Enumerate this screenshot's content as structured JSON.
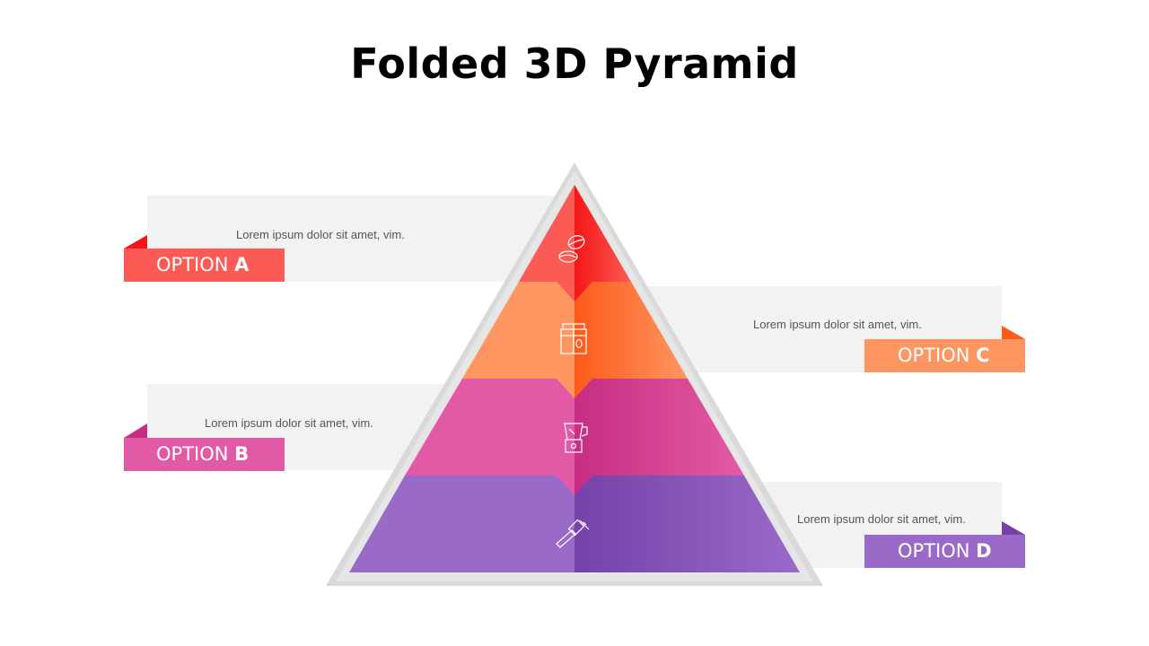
{
  "title": "Folded 3D Pyramid",
  "colors": {
    "a": "#fb5a55",
    "a_dark": "#f41616",
    "c": "#fd9660",
    "c_dark": "#fd5a1a",
    "b": "#e25aa6",
    "b_dark": "#c72e81",
    "d": "#9a6ac9",
    "d_dark": "#7442a8",
    "panel": "#f2f2f2",
    "frame": "#dcdcdc"
  },
  "options": {
    "a": {
      "prefix": "OPTION ",
      "letter": "A",
      "text": "Lorem ipsum dolor sit amet, vim."
    },
    "b": {
      "prefix": "OPTION ",
      "letter": "B",
      "text": "Lorem ipsum dolor sit amet, vim."
    },
    "c": {
      "prefix": "OPTION ",
      "letter": "C",
      "text": "Lorem ipsum dolor sit amet, vim."
    },
    "d": {
      "prefix": "OPTION ",
      "letter": "D",
      "text": "Lorem ipsum dolor sit amet, vim."
    }
  },
  "icons": [
    "coffee-beans-icon",
    "coffee-bag-icon",
    "blender-icon",
    "espresso-tamper-icon"
  ]
}
